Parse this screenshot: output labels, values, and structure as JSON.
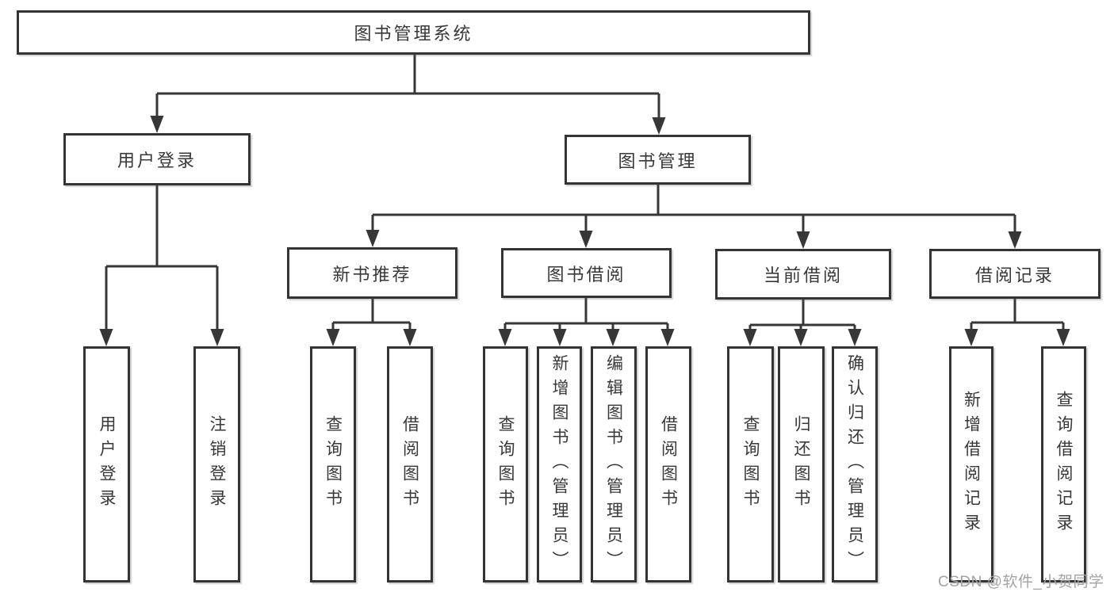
{
  "diagram_title": "图书管理系统",
  "nodes": {
    "root": {
      "label": "图书管理系统"
    },
    "user_login": {
      "label": "用户登录"
    },
    "book_mgmt": {
      "label": "图书管理"
    },
    "new_book_rec": {
      "label": "新书推荐"
    },
    "book_borrow": {
      "label": "图书借阅"
    },
    "current_borrow": {
      "label": "当前借阅"
    },
    "borrow_record": {
      "label": "借阅记录"
    },
    "leaf_user_login": {
      "label": "用户登录"
    },
    "leaf_logout": {
      "label": "注销登录"
    },
    "leaf_query_book_1": {
      "label": "查询图书"
    },
    "leaf_borrow_book_1": {
      "label": "借阅图书"
    },
    "leaf_query_book_2": {
      "label": "查询图书"
    },
    "leaf_add_book": {
      "label": "新增图书（管理员）"
    },
    "leaf_edit_book": {
      "label": "编辑图书（管理员）"
    },
    "leaf_borrow_book_2": {
      "label": "借阅图书"
    },
    "leaf_query_book_3": {
      "label": "查询图书"
    },
    "leaf_return_book": {
      "label": "归还图书"
    },
    "leaf_confirm_return": {
      "label": "确认归还（管理员）"
    },
    "leaf_add_record": {
      "label": "新增借阅记录"
    },
    "leaf_query_record": {
      "label": "查询借阅记录"
    }
  },
  "hierarchy": {
    "图书管理系统": [
      "用户登录",
      "图书管理"
    ],
    "用户登录": [
      "用户登录",
      "注销登录"
    ],
    "图书管理": [
      "新书推荐",
      "图书借阅",
      "当前借阅",
      "借阅记录"
    ],
    "新书推荐": [
      "查询图书",
      "借阅图书"
    ],
    "图书借阅": [
      "查询图书",
      "新增图书（管理员）",
      "编辑图书（管理员）",
      "借阅图书"
    ],
    "当前借阅": [
      "查询图书",
      "归还图书",
      "确认归还（管理员）"
    ],
    "借阅记录": [
      "新增借阅记录",
      "查询借阅记录"
    ]
  },
  "watermark": {
    "text": "CSDN @软件_小贺同学"
  },
  "colors": {
    "background": "#ffffff",
    "box_border": "#343434",
    "line": "#373737",
    "text": "#383838",
    "watermark": "#a3a3a3"
  }
}
